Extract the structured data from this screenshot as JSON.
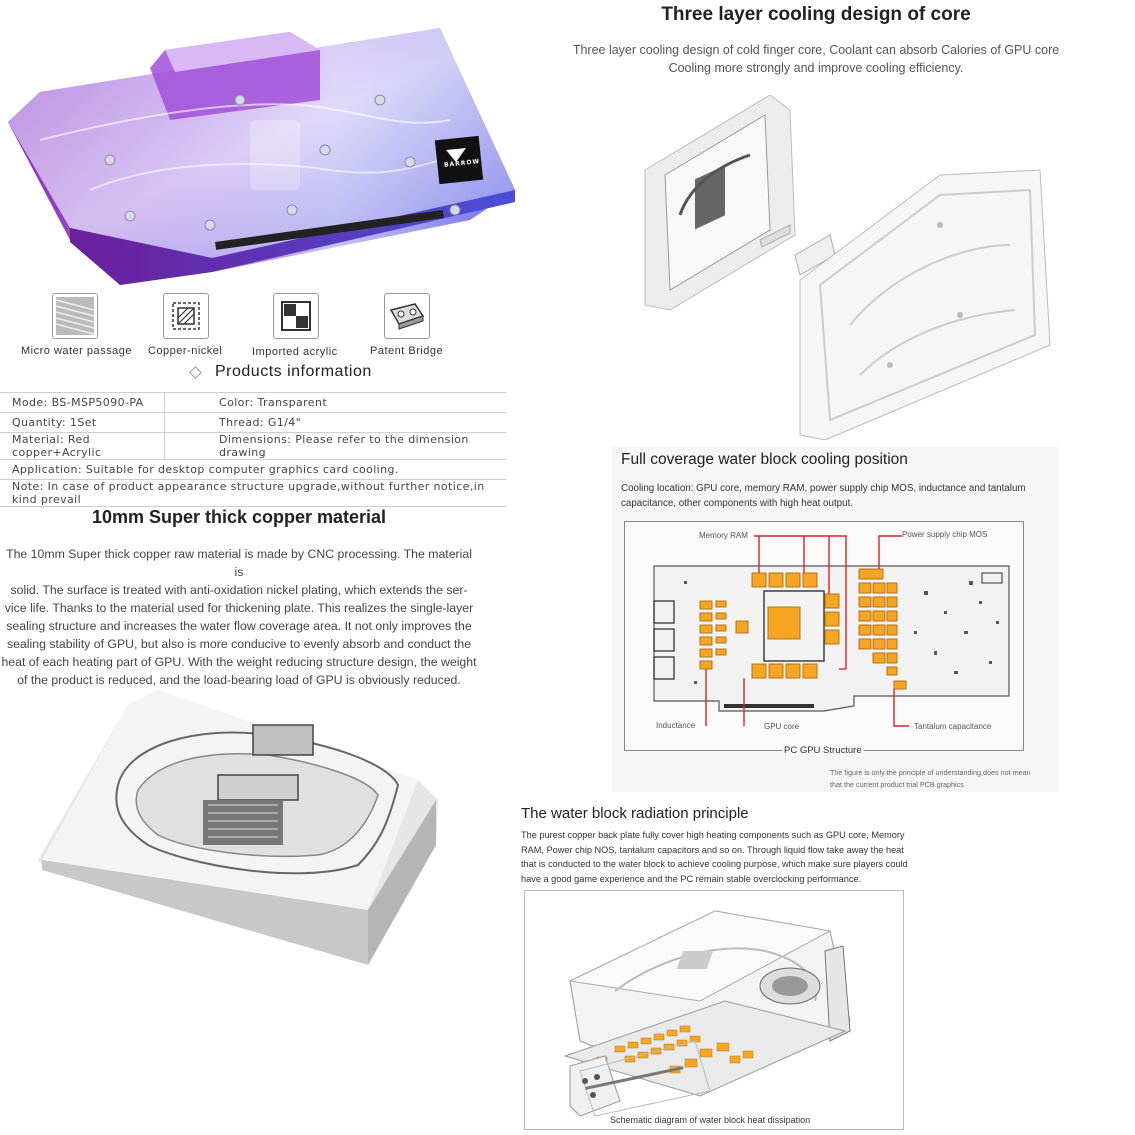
{
  "cooling_core": {
    "title": "Three layer cooling design of core",
    "subtitle_line1": "Three layer cooling design of cold finger core, Coolant can absorb Calories of GPU core",
    "subtitle_line2": "Cooling more strongly and improve cooling efficiency."
  },
  "product": {
    "logo_text": "BARROW"
  },
  "features": [
    {
      "label": "Micro water passage",
      "icon": "micro-water-passage-icon"
    },
    {
      "label": "Copper-nickel",
      "icon": "copper-nickel-icon"
    },
    {
      "label": "Imported acrylic",
      "icon": "imported-acrylic-icon"
    },
    {
      "label": "Patent Bridge",
      "icon": "patent-bridge-icon"
    }
  ],
  "products_info": {
    "title": "Products information",
    "rows": [
      {
        "left": "Mode:  BS-MSP5090-PA",
        "right": "Color:  Transparent"
      },
      {
        "left": "Quantity:  1Set",
        "right": "Thread:  G1/4\""
      },
      {
        "left": "Material:  Red copper+Acrylic",
        "right": "Dimensions:  Please refer to the dimension drawing"
      }
    ],
    "application": "Application:  Suitable for desktop computer graphics card cooling.",
    "note": "Note:  In case of product appearance structure upgrade,without further notice,in kind prevail"
  },
  "copper": {
    "title": "10mm Super thick copper material",
    "lines": [
      "The 10mm Super thick copper raw material is made by CNC processing. The material is",
      "solid. The surface is treated with anti-oxidation nickel plating, which extends the ser-",
      "vice life. Thanks to the material used for thickening plate. This realizes the single-layer",
      "sealing structure and increases the water flow coverage area. It not only improves the",
      "sealing stability of GPU, but also is more conducive to evenly absorb and conduct the",
      "heat of each heating part of GPU. With the weight reducing structure design, the weight",
      "of the product is reduced, and the load-bearing load of GPU is obviously reduced."
    ]
  },
  "coverage": {
    "title": "Full coverage water block cooling position",
    "desc_line1": "Cooling location: GPU core, memory RAM, power supply chip MOS, inductance and tantalum",
    "desc_line2": "capacitance, other components with high heat output.",
    "labels": {
      "memory": "Memory RAM",
      "power": "Power supply chip MOS",
      "inductance": "Inductance",
      "gpu": "GPU core",
      "tantalum": "Tantalum capacitance",
      "structure": "PC GPU Structure"
    },
    "note_line1": "The figure is only the principle of understanding,does not mean",
    "note_line2": "that the current product trial PCB graphics"
  },
  "radiation": {
    "title": "The water block radiation principle",
    "lines": [
      "The purest copper back plate fully cover high heating components such as GPU core, Memory",
      "RAM, Power chip NOS, tantalum capacitors and so on. Through liquid flow take away the heat",
      "that is conducted to the water block to achieve cooling purpose, which make sure players could",
      "have a good game experience and the PC remain stable overclocking performance."
    ],
    "caption": "Schematic diagram of water block heat dissipation"
  },
  "colors": {
    "accent_orange": "#f6a623",
    "leader_red": "#d8232a",
    "acrylic_purple": "#8a3fd1",
    "acrylic_blue": "#5a62e0"
  }
}
